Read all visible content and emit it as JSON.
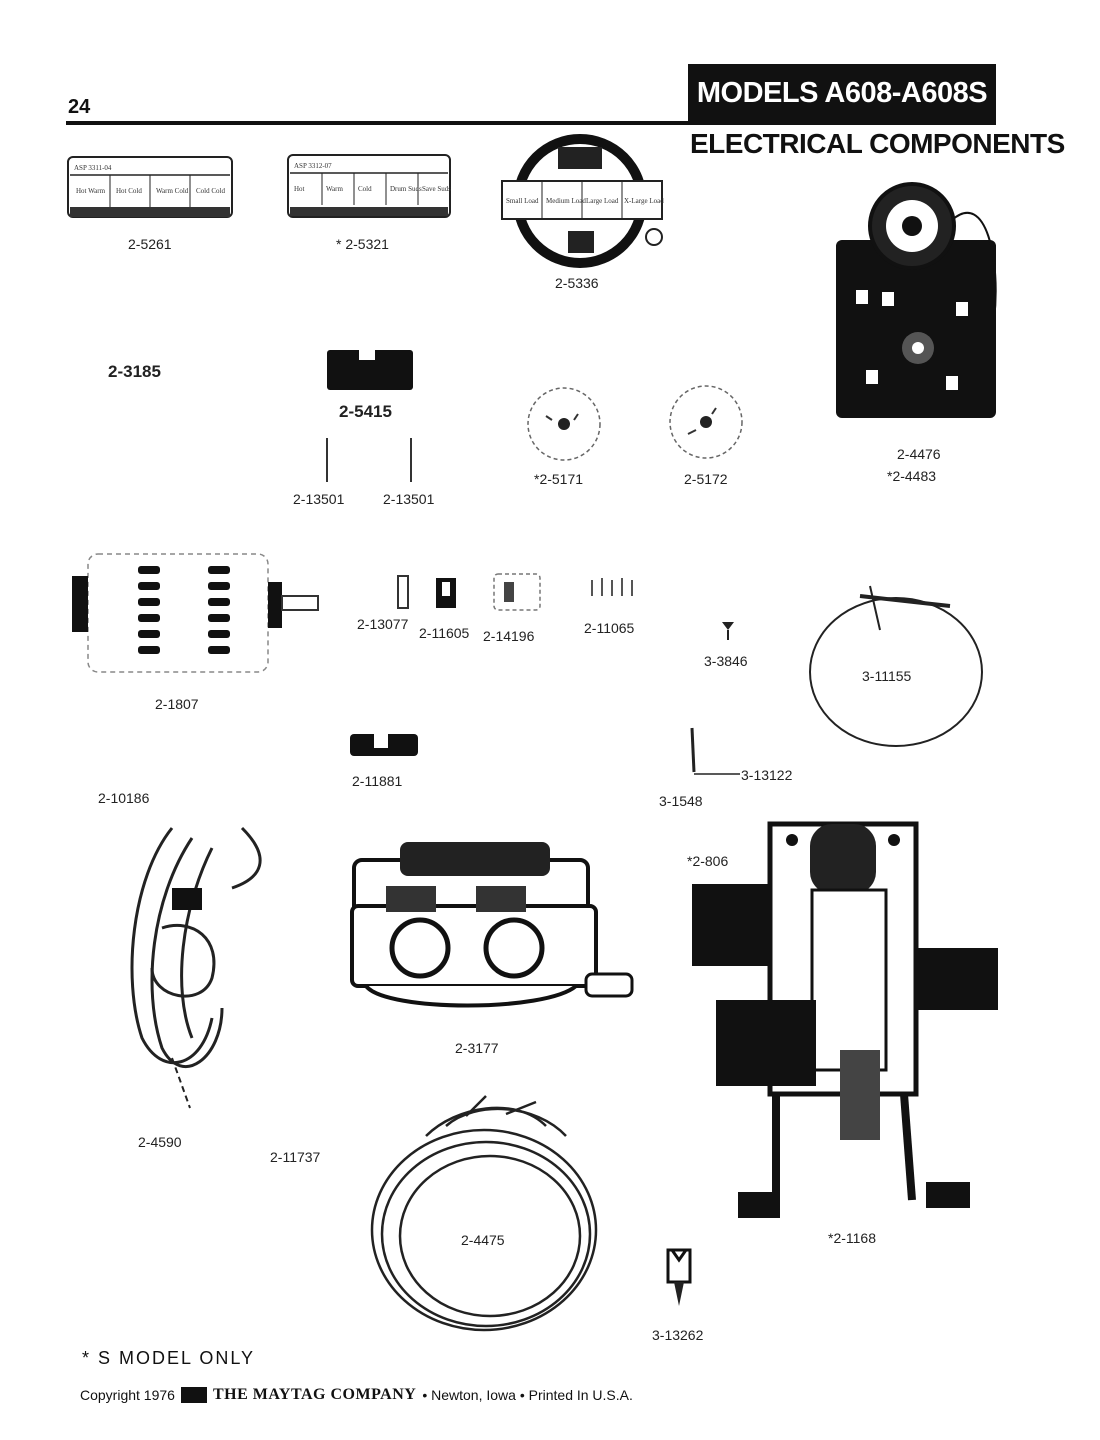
{
  "header": {
    "page_number": "24",
    "models": "MODELS A608-A608S",
    "section_title": "ELECTRICAL COMPONENTS"
  },
  "parts": {
    "p_2_5261": "2-5261",
    "p_2_5321": "* 2-5321",
    "p_2_5336": "2-5336",
    "p_2_3185": "2-3185",
    "p_2_5415": "2-5415",
    "p_2_13501_a": "2-13501",
    "p_2_13501_b": "2-13501",
    "p_2_5171": "*2-5171",
    "p_2_5172": "2-5172",
    "p_2_4476": "2-4476",
    "p_2_4483": "*2-4483",
    "p_2_1807": "2-1807",
    "p_2_13077": "2-13077",
    "p_2_11605": "2-11605",
    "p_2_14196": "2-14196",
    "p_2_11065": "2-11065",
    "p_3_3846": "3-3846",
    "p_3_11155": "3-11155",
    "p_2_11881": "2-11881",
    "p_3_13122": "3-13122",
    "p_3_1548": "3-1548",
    "p_2_10186": "2-10186",
    "p_2_806": "*2-806",
    "p_2_3177": "2-3177",
    "p_2_4590": "2-4590",
    "p_2_11737": "2-11737",
    "p_2_4475": "2-4475",
    "p_2_1168": "*2-1168",
    "p_3_13262": "3-13262"
  },
  "switch_panels": {
    "temp_5261": {
      "code": "ASP 3311-04",
      "cells": [
        "Hot Warm",
        "Hot Cold",
        "Warm Cold",
        "Cold Cold"
      ]
    },
    "temp_5321": {
      "code": "ASP 3312-07",
      "cells": [
        "Hot",
        "Warm",
        "Cold",
        "Drum Suds",
        "Save Suds"
      ]
    },
    "water_level_5336": {
      "cells": [
        "Small Load",
        "Medium Load",
        "Large Load",
        "X-Large Load"
      ]
    }
  },
  "footer": {
    "note": "* S MODEL ONLY",
    "copyright": "Copyright 1976",
    "company": "THE MAYTAG COMPANY",
    "location": "• Newton, Iowa • Printed In U.S.A."
  }
}
